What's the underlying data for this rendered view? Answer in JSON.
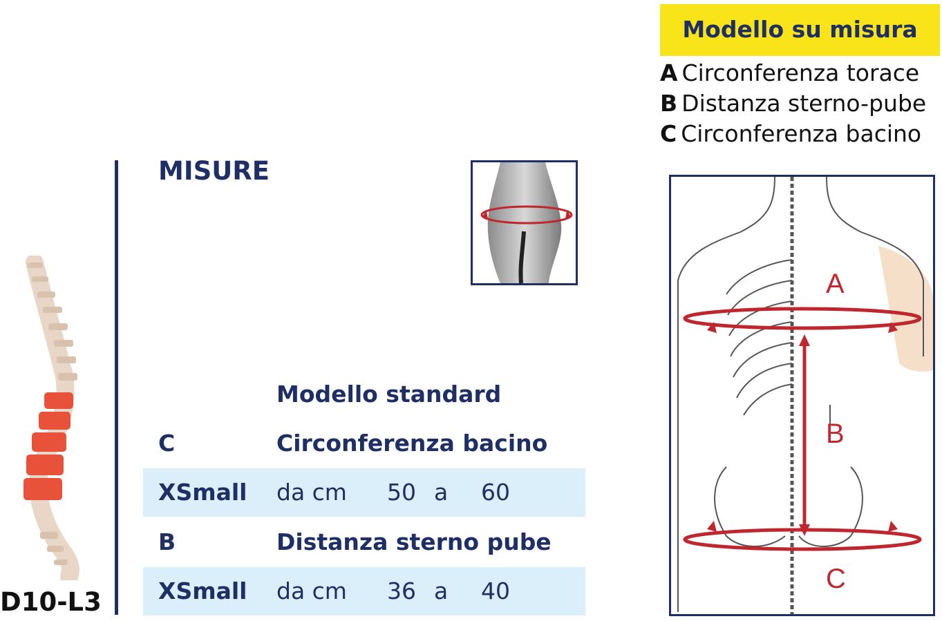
{
  "spine_label": "D10-L3",
  "title": "MISURE",
  "standard_model": {
    "heading": "Modello standard",
    "rows": [
      {
        "code": "C",
        "measure": "Circonferenza bacino",
        "size": "XSmall",
        "prefix": "da cm",
        "from": "50",
        "sep": "a",
        "to": "60"
      },
      {
        "code": "B",
        "measure": "Distanza sterno pube",
        "size": "XSmall",
        "prefix": "da cm",
        "from": "36",
        "sep": "a",
        "to": "40"
      }
    ]
  },
  "custom_model": {
    "heading": "Modello su misura",
    "legend": [
      {
        "letter": "A",
        "text": "Circonferenza torace"
      },
      {
        "letter": "B",
        "text": "Distanza sterno-pube"
      },
      {
        "letter": "C",
        "text": "Circonferenza bacino"
      }
    ]
  },
  "diagram_letters": {
    "a": "A",
    "b": "B",
    "c": "C"
  },
  "colors": {
    "navy": "#1e2f66",
    "yellow": "#f9e41a",
    "row_bg": "#dbeffb",
    "red": "#c0262d",
    "spine_red": "#e8523a"
  }
}
